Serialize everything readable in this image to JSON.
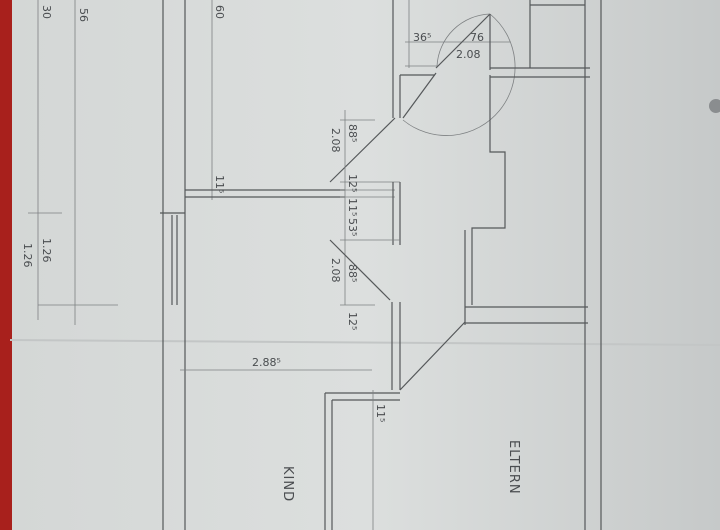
{
  "plan": {
    "rooms": {
      "child": "KIND",
      "parents": "ELTERN"
    },
    "dimensions": {
      "d56": "56",
      "d30": "30",
      "d60": "60",
      "d1_26_a": "1.26",
      "d1_26_b": "1.26",
      "d11_5_top": "11⁵",
      "d36_5": "36⁵",
      "d76": "76",
      "d2_08_top": "2.08",
      "d88_5_a": "88⁵",
      "d2_08_a": "2.08",
      "d12_5_a": "12⁵",
      "d11_5_mid": "11⁵",
      "d53_5": "53⁵",
      "d2_08_b": "2.08",
      "d88_5_b": "88⁵",
      "d12_5_b": "12⁵",
      "d2_88_5": "2.88⁵",
      "d11_5_low": "11⁵"
    }
  },
  "colors": {
    "paper": "#d6d9d8",
    "table": "#a8201c",
    "pencil": "#55585a"
  }
}
